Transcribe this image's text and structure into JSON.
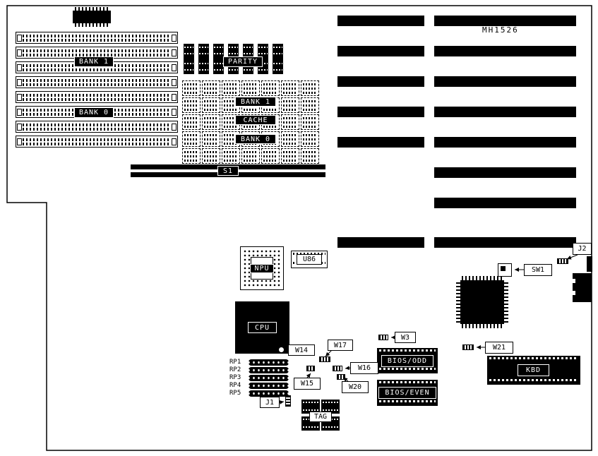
{
  "board": {
    "model": "MH1526",
    "colors": {
      "ink": "#000000",
      "paper": "#ffffff"
    },
    "memory": {
      "bank1": "BANK 1",
      "bank0": "BANK 0"
    },
    "cache_area": {
      "parity": "PARITY",
      "bank1": "BANK 1",
      "cache": "CACHE",
      "bank0": "BANK 0"
    },
    "switch_s1": "S1",
    "switch_sw1": "SW1",
    "chips": {
      "npu": "NPU",
      "u86": "U86",
      "cpu": "CPU",
      "tag": "TAG",
      "bios_odd": "BIOS/ODD",
      "bios_even": "BIOS/EVEN",
      "kbd": "KBD"
    },
    "jumpers": {
      "w3": "W3",
      "w14": "W14",
      "w15": "W15",
      "w16": "W16",
      "w17": "W17",
      "w20": "W20",
      "w21": "W21",
      "j1": "J1",
      "j2": "J2"
    },
    "resistor_packs": [
      "RP1",
      "RP2",
      "RP3",
      "RP4",
      "RP5"
    ]
  }
}
